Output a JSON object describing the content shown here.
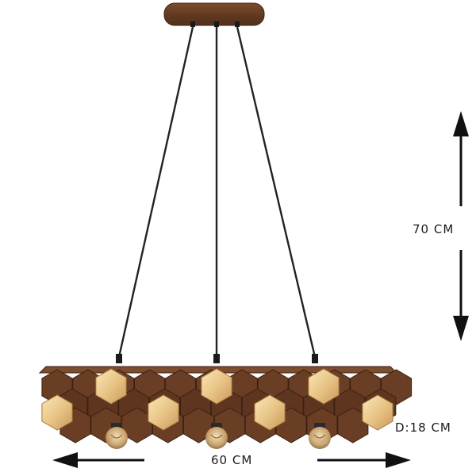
{
  "dimensions": {
    "height": "70 CM",
    "width": "60 CM",
    "depth": "D:18 CM"
  },
  "product": {
    "type": "pendant-lamp",
    "bulbs": 3,
    "hanging_cords": 3
  },
  "colors": {
    "wood": "#6b3f26",
    "wood_dark": "#4a2a18",
    "brass": "#e9c98c",
    "cord": "#222222",
    "arrow": "#111111"
  }
}
